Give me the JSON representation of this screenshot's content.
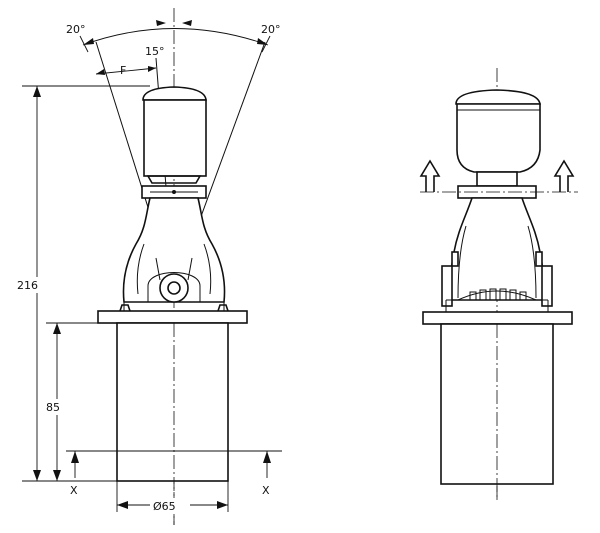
{
  "left_view": {
    "angle_left": "20°",
    "angle_right": "20°",
    "angle_center": "15°",
    "force_label": "F",
    "height_total": "216",
    "height_base": "85",
    "diameter": "Ø65",
    "section_left": "X",
    "section_right": "X"
  },
  "right_view": {}
}
